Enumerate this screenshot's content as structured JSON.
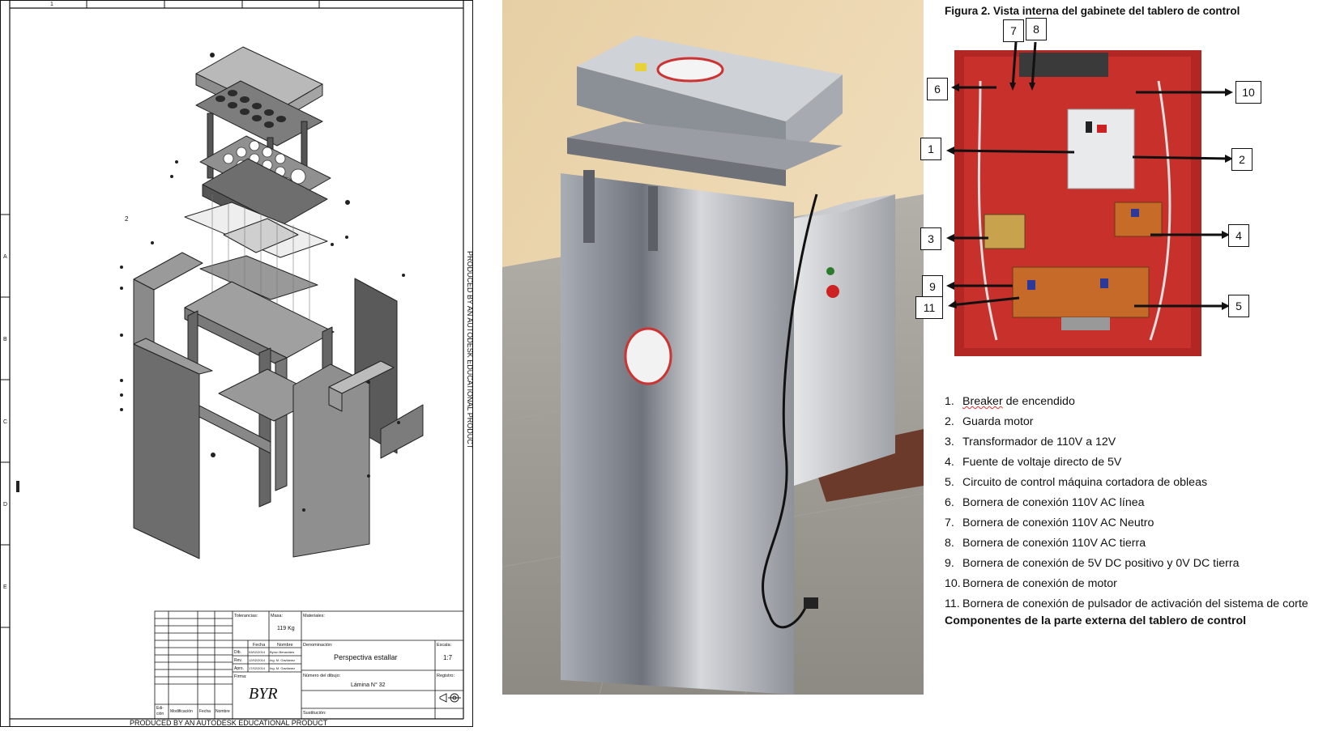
{
  "drawing": {
    "row_label_top": "1",
    "zone_letters": [
      "A",
      "B",
      "C",
      "D",
      "E"
    ],
    "part_number_label": "2",
    "watermark_side": "PRODUCED BY AN AUTODESK EDUCATIONAL PRODUCT",
    "watermark_bottom": "PRODUCED BY AN AUTODESK EDUCATIONAL PRODUCT",
    "title_block": {
      "tolerancias_label": "Tolerancias:",
      "masa_label": "Masa:",
      "masa_value": "119 Kg",
      "materiales_label": "Materiales:",
      "fecha_header": "Fecha",
      "nombre_header": "Nombre",
      "rows": [
        {
          "label": "Dib.",
          "fecha": "03/02/2014",
          "nombre": "Byron Benavides"
        },
        {
          "label": "Rev.",
          "fecha": "12/02/2014",
          "nombre": "Ing. M. Gavilanez"
        },
        {
          "label": "Apro.",
          "fecha": "17/02/2014",
          "nombre": "Ing. M. Gavilanez"
        }
      ],
      "firma_label": "Firma:",
      "firma_value": "BYR",
      "denominacion_label": "Denominación:",
      "denominacion_value": "Perspectiva estallar",
      "escala_label": "Escala:",
      "escala_value": "1:7",
      "numero_label": "Número del dibujo:",
      "numero_value": "Lámina N° 32",
      "registro_label": "Registro:",
      "sustitucion_label": "Sustitución:",
      "edicion_label": "Edi-\nción",
      "edicion_line1": "Edi-",
      "edicion_line2": "ción",
      "modificacion_label": "Modificación",
      "fecha_label": "Fecha",
      "nombre_label": "Nombre"
    }
  },
  "figure": {
    "title": "Figura 2. Vista interna del gabinete del tablero de control",
    "callouts": [
      "7",
      "8",
      "6",
      "10",
      "1",
      "2",
      "3",
      "4",
      "9",
      "11",
      "5"
    ]
  },
  "legend": [
    {
      "num": "1.",
      "text_underlined": "Breaker",
      "text": " de encendido"
    },
    {
      "num": "2.",
      "text_underlined": "",
      "text": "Guarda motor"
    },
    {
      "num": "3.",
      "text_underlined": "",
      "text": "Transformador de 110V a 12V"
    },
    {
      "num": "4.",
      "text_underlined": "",
      "text": "Fuente de voltaje directo de 5V"
    },
    {
      "num": "5.",
      "text_underlined": "",
      "text": "Circuito de control máquina cortadora de obleas"
    },
    {
      "num": "6.",
      "text_underlined": "",
      "text": "Bornera de conexión 110V AC línea"
    },
    {
      "num": "7.",
      "text_underlined": "",
      "text": "Bornera de conexión 110V AC  Neutro"
    },
    {
      "num": "8.",
      "text_underlined": "",
      "text": "Bornera de conexión 110V AC tierra"
    },
    {
      "num": "9.",
      "text_underlined": "",
      "text": "Bornera de conexión de 5V DC positivo y 0V DC tierra"
    },
    {
      "num": "10.",
      "text_underlined": "",
      "text": "Bornera de conexión de motor"
    },
    {
      "num": "11.",
      "text_underlined": "",
      "text": "Bornera de conexión de pulsador de activación del sistema de corte"
    }
  ],
  "footer_heading": "Componentes de la parte externa del tablero de control"
}
